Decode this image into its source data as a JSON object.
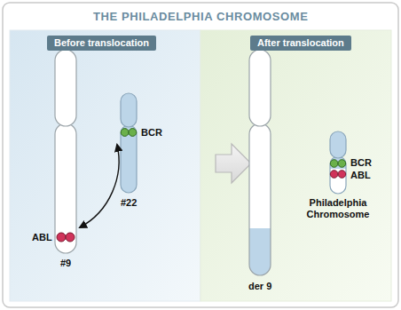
{
  "diagram": {
    "title": "THE PHILADELPHIA CHROMOSOME",
    "nodes": [
      {
        "text": [
          "Before translocation"
        ]
      },
      {
        "text": [
          "After translocation"
        ]
      }
    ],
    "labels": [
      "BCR",
      "#22",
      "ABL",
      "#9",
      "der 9",
      "BCR",
      "ABL",
      "Philadelphia Chromosome"
    ]
  }
}
